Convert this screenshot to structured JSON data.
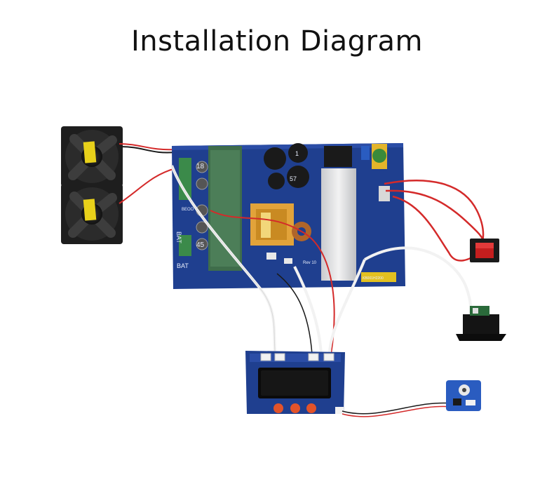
{
  "header": {
    "title": "Installation Diagram"
  },
  "board_labels": {
    "bat_top": "BAT",
    "bat_bottom": "BAT",
    "cap_18": "18",
    "cap_45": "45",
    "cap_57": "57",
    "cap_1": "1",
    "rev": "Rev 10",
    "chip": "KB001H2200",
    "mosfet": "BEOO"
  },
  "colors": {
    "pcb": "#1f3f8f",
    "pcb_dark": "#142c6b",
    "wire_red": "#d42a2a",
    "wire_white": "#f2f2f2",
    "wire_black": "#1a1a1a",
    "heatsink": "#d9dadc",
    "inductor": "#3f6d4b",
    "fan": "#202020",
    "fan_label": "#e8d11a",
    "button": "#e2532a"
  }
}
